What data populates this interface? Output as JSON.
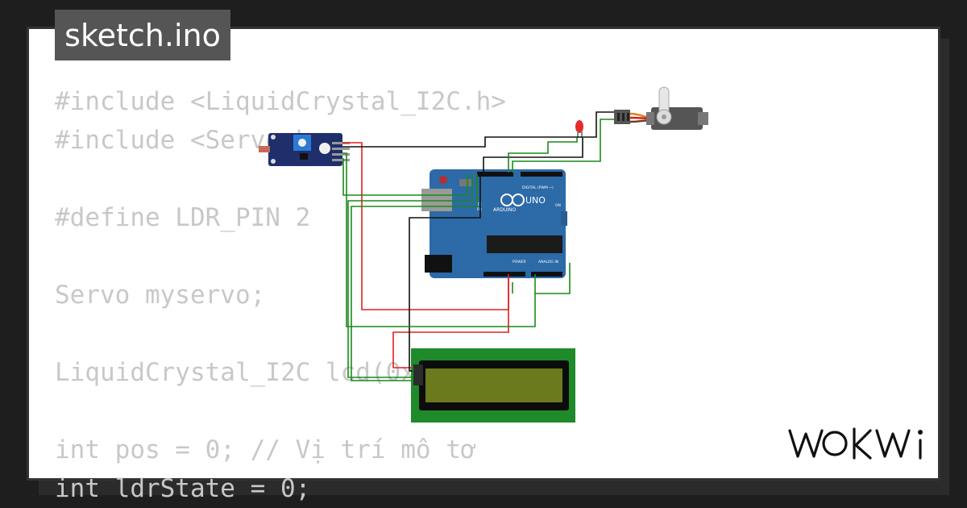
{
  "file_tab": {
    "label": "sketch.ino"
  },
  "code": {
    "lines": [
      "#include <LiquidCrystal_I2C.h>",
      "#include <Servo.h>",
      "",
      "#define LDR_PIN 2",
      "",
      "Servo myservo;",
      "",
      "LiquidCrystal_I2C lcd(0x27, 16, 2);",
      "",
      "int pos = 0; // Vị trí mô tơ",
      "int ldrState = 0;"
    ]
  },
  "arduino": {
    "brand": "ARDUINO",
    "model": "UNO",
    "digital_label": "DIGITAL (PWM ~)",
    "analog_label": "ANALOG IN",
    "power_label": "POWER",
    "on_label": "ON",
    "tx": "TX",
    "rx": "RX"
  },
  "logo": {
    "text": "WOKWi",
    "icon": "wokwi-logo-icon"
  },
  "colors": {
    "background": "#1e1e1e",
    "card": "#ffffff",
    "code_text": "#c8c8c8",
    "tag_bg": "#555555",
    "board": "#2d6aa8",
    "lcd_green": "#1f8a2a",
    "lcd_screen": "#6c7a1e",
    "wire_red": "#e02020",
    "wire_green": "#1a8a1a",
    "wire_black": "#111111"
  }
}
